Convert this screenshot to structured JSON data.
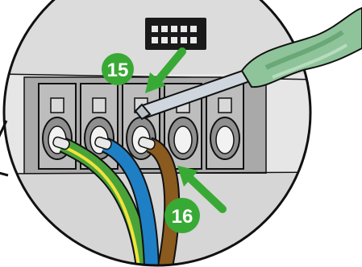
{
  "steps": [
    {
      "number": "15",
      "target": "terminal-release-slot"
    },
    {
      "number": "16",
      "target": "brown-wire-insertion"
    }
  ],
  "wires": [
    {
      "name": "protective-earth",
      "color": "#4aa33a",
      "stripe": "#f2e33a"
    },
    {
      "name": "neutral",
      "color": "#1f7fc4"
    },
    {
      "name": "line",
      "color": "#8a5a1e"
    }
  ],
  "terminal_count": 5,
  "tool": "screwdriver",
  "colors": {
    "accent_green": "#39a935",
    "terminal_body": "#bdbdbd",
    "terminal_shadow": "#8f8f8f",
    "panel_light": "#d9d9d9",
    "screwdriver_handle": "#8fc49a",
    "screwdriver_shaft": "#cfd6dd",
    "outline": "#111111"
  }
}
